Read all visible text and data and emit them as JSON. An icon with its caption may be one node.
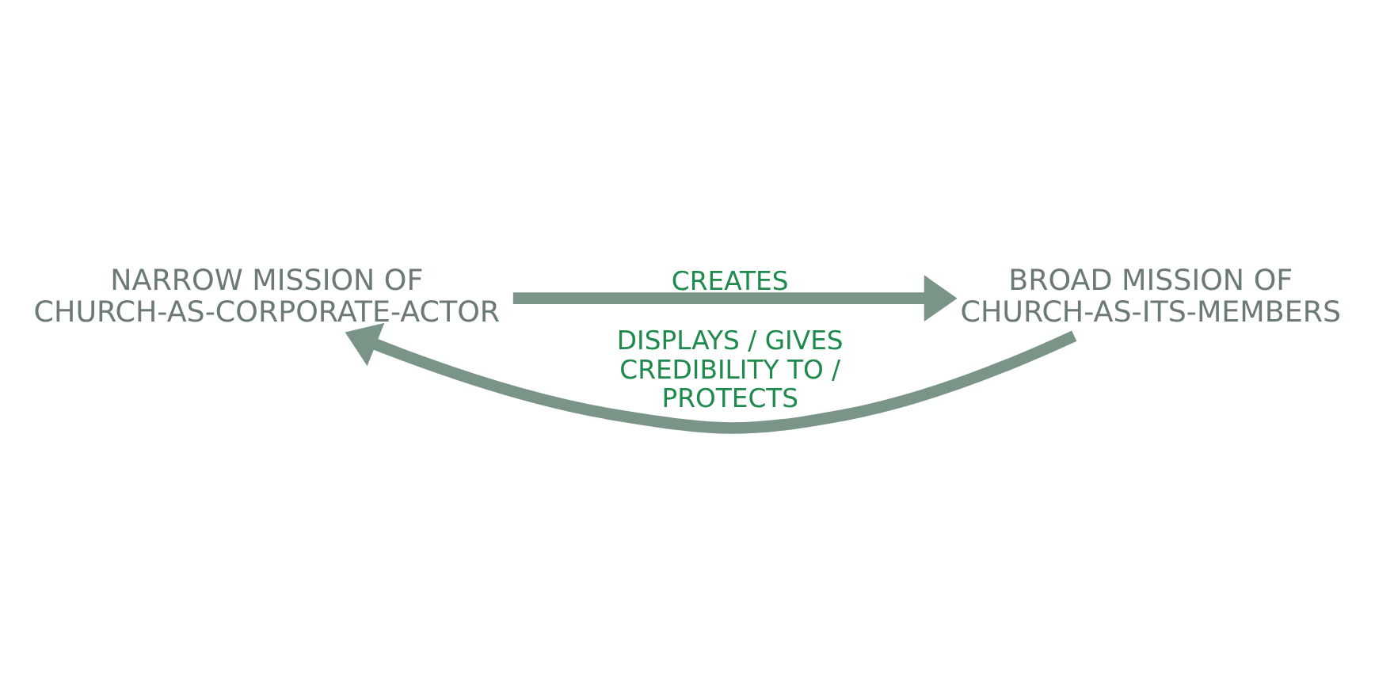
{
  "diagram": {
    "nodes": [
      {
        "text": [
          "NARROW MISSION OF CHURCH-AS-CORPORATE-ACTOR"
        ]
      },
      {
        "text": [
          "BROAD MISSION OF CHURCH-AS-ITS-MEMBERS"
        ]
      }
    ],
    "edges": [
      {
        "from": 0,
        "to": 1,
        "arrow": "to",
        "label": "CREATES"
      },
      {
        "from": 1,
        "to": 0,
        "arrow": "to",
        "label": "DISPLAYS / GIVES CREDIBILITY TO / PROTECTS"
      }
    ]
  }
}
